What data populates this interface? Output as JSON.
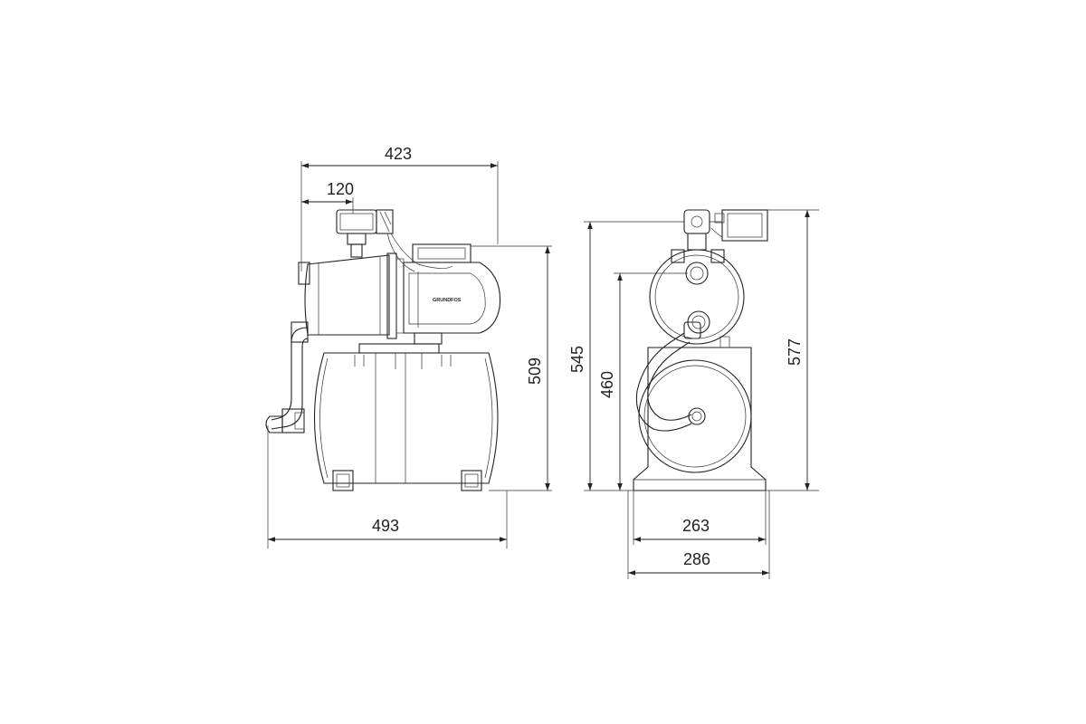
{
  "side_view": {
    "dim_overall_length": "423",
    "dim_pump_offset": "120",
    "dim_height_pump": "509",
    "dim_base_width": "493",
    "brand_text": "GRUNDFOS"
  },
  "front_view": {
    "dim_total_height": "545",
    "dim_outlet_height": "460",
    "dim_overall_height": "577",
    "dim_foot_width": "263",
    "dim_total_width": "286"
  },
  "colors": {
    "line": "#222222",
    "background": "#ffffff"
  }
}
